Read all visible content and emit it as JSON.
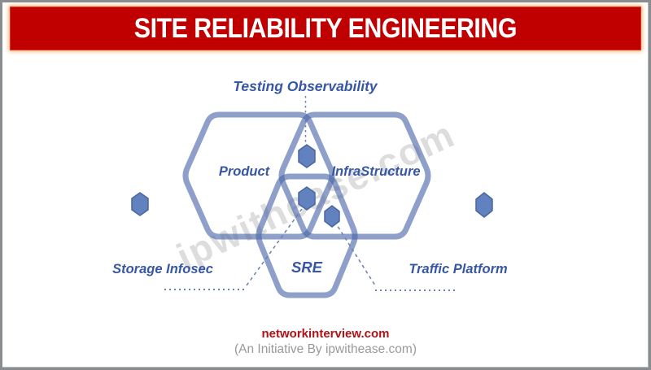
{
  "banner": {
    "title": "SITE RELIABILITY ENGINEERING",
    "bg_color": "#c00000",
    "text_color": "#ffffff"
  },
  "diagram": {
    "labels": {
      "top": "Testing Observability",
      "left_hexagon": "Product",
      "right_hexagon": "InfraStructure",
      "bottom_hexagon": "SRE",
      "bottom_left": "Storage Infosec",
      "bottom_right": "Traffic Platform"
    },
    "colors": {
      "outline_blue": "#7c91c0",
      "label_blue": "#3757a6",
      "marker_blue": "#6282bf"
    }
  },
  "watermark": {
    "text": "ipwithease.com"
  },
  "footer": {
    "site": "networkinterview.com",
    "tagline": "(An Initiative By ipwithease.com)",
    "site_color": "#b21116"
  }
}
